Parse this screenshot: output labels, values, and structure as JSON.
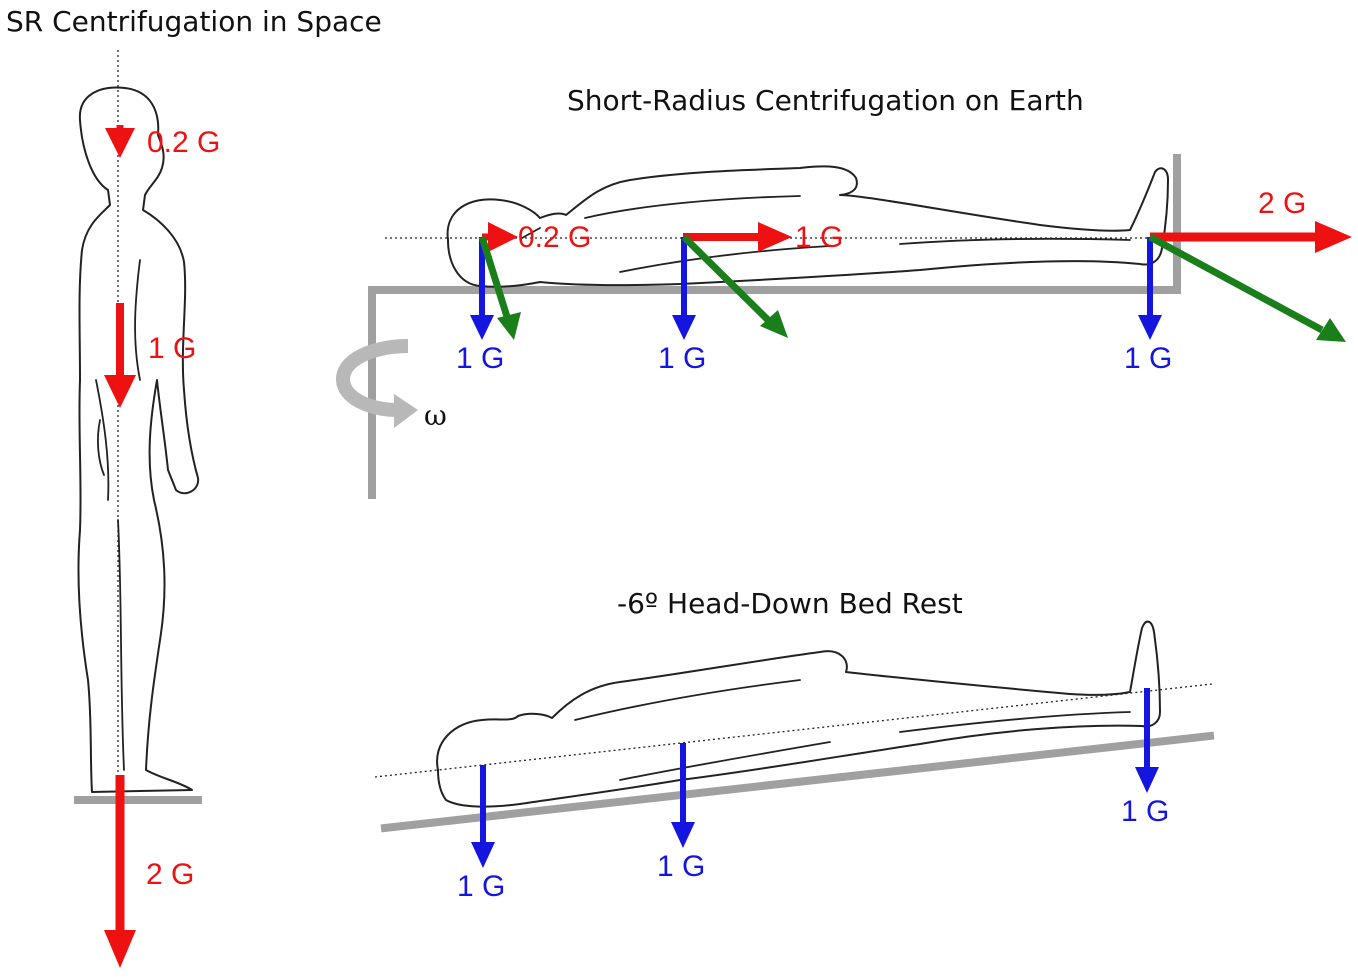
{
  "titles": {
    "space": "SR Centrifugation in Space",
    "earth": "Short-Radius Centrifugation on Earth",
    "bedrest": "-6º Head-Down Bed Rest"
  },
  "colors": {
    "red": "#ee1111",
    "blue": "#1515e0",
    "green": "#1a7f1a",
    "platform": "#a0a0a0"
  },
  "space": {
    "head_force": "0.2 G",
    "hip_force": "1 G",
    "feet_force": "2 G"
  },
  "earth": {
    "head_force": "0.2 G",
    "hip_force": "1 G",
    "feet_force": "2 G",
    "gravity_head": "1 G",
    "gravity_hip": "1 G",
    "gravity_feet": "1 G",
    "rotation_symbol": "ω"
  },
  "bedrest": {
    "gravity_head": "1 G",
    "gravity_hip": "1 G",
    "gravity_feet": "1 G"
  }
}
